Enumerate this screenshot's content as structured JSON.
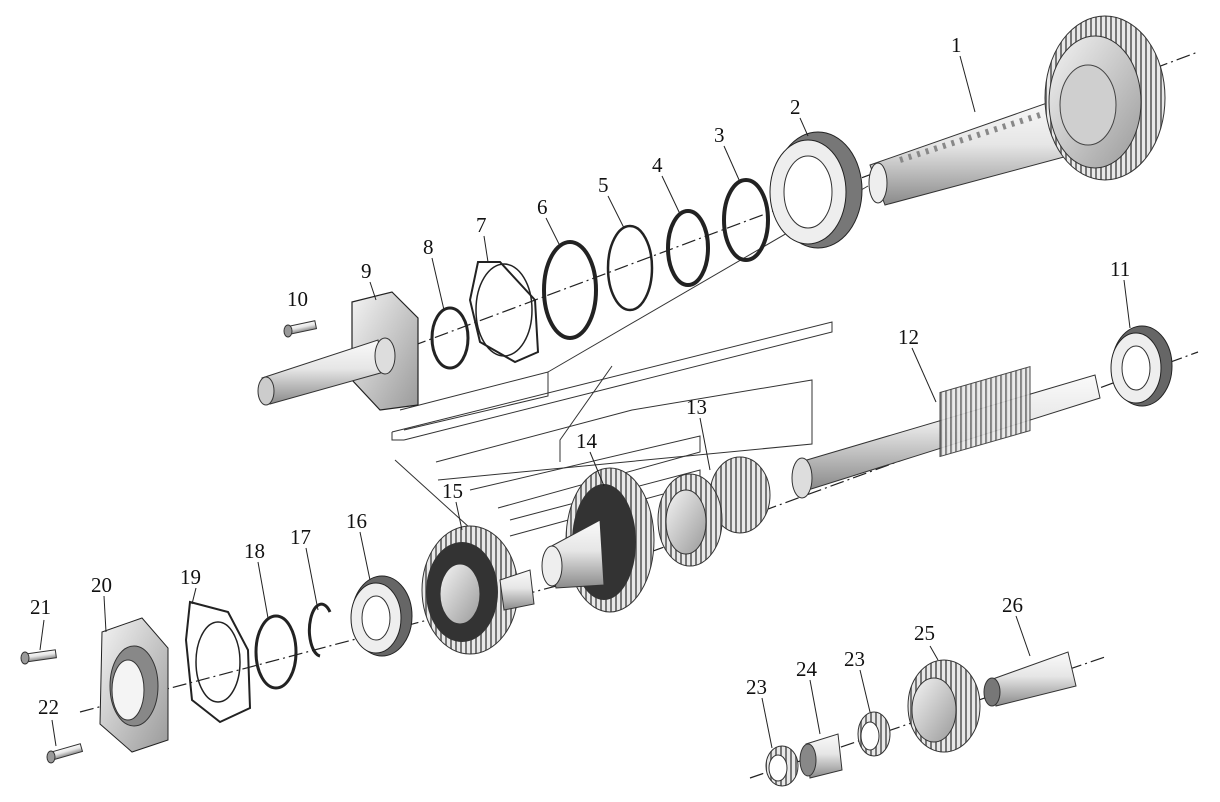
{
  "labels": {
    "p1": "1",
    "p2": "2",
    "p3": "3",
    "p4": "4",
    "p5": "5",
    "p6": "6",
    "p7": "7",
    "p8": "8",
    "p9": "9",
    "p10": "10",
    "p11": "11",
    "p12": "12",
    "p13": "13",
    "p14": "14",
    "p15": "15",
    "p16": "16",
    "p17": "17",
    "p18": "18",
    "p19": "19",
    "p20": "20",
    "p21": "21",
    "p22": "22",
    "p23a": "23",
    "p24": "24",
    "p23b": "23",
    "p25": "25",
    "p26": "26"
  },
  "colors": {
    "metal_light": "#f2f2f2",
    "metal_mid": "#bdbdbd",
    "metal_dark": "#555555",
    "line": "#222222"
  }
}
